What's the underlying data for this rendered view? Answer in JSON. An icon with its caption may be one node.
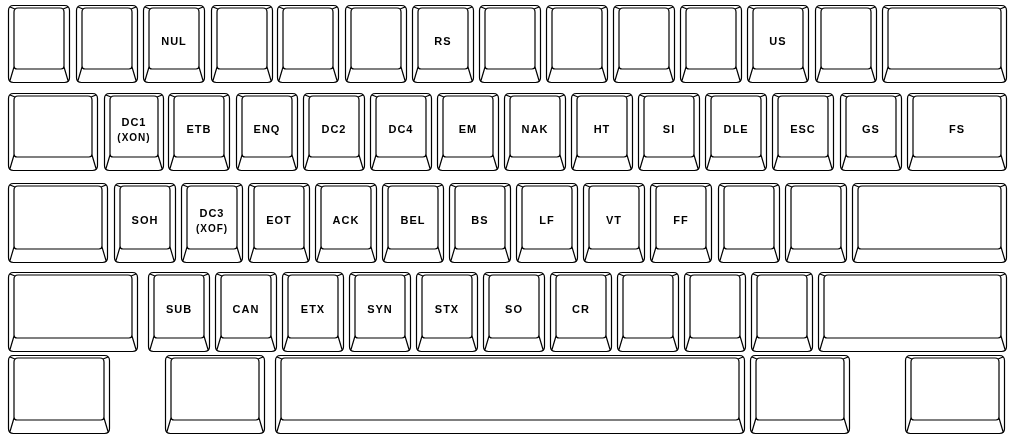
{
  "diagram": {
    "nodes": [
      {
        "text": [],
        "shape": "box"
      },
      {
        "text": [],
        "shape": "box"
      },
      {
        "text": [
          "NUL"
        ]
      },
      {
        "text": [],
        "shape": "box"
      },
      {
        "text": [],
        "shape": "box"
      },
      {
        "text": [],
        "shape": "box"
      },
      {
        "text": [
          "RS"
        ]
      },
      {
        "text": [],
        "shape": "box"
      },
      {
        "text": [],
        "shape": "box"
      },
      {
        "text": [],
        "shape": "box"
      },
      {
        "text": [],
        "shape": "box"
      },
      {
        "text": [
          "US"
        ]
      },
      {
        "text": [],
        "shape": "box"
      },
      {
        "text": [],
        "shape": "box"
      },
      {
        "text": [],
        "shape": "box"
      },
      {
        "text": [
          "DC1",
          "(XON)"
        ]
      },
      {
        "text": [
          "ETB"
        ]
      },
      {
        "text": [
          "ENQ"
        ]
      },
      {
        "text": [
          "DC2"
        ]
      },
      {
        "text": [
          "DC4"
        ]
      },
      {
        "text": [
          "EM"
        ]
      },
      {
        "text": [
          "NAK"
        ]
      },
      {
        "text": [
          "HT"
        ]
      },
      {
        "text": [
          "SI"
        ]
      },
      {
        "text": [
          "DLE"
        ]
      },
      {
        "text": [
          "ESC"
        ]
      },
      {
        "text": [
          "GS"
        ]
      },
      {
        "text": [
          "FS"
        ]
      },
      {
        "text": [],
        "shape": "box"
      },
      {
        "text": [
          "SOH"
        ]
      },
      {
        "text": [
          "DC3",
          "(XOF)"
        ]
      },
      {
        "text": [
          "EOT"
        ]
      },
      {
        "text": [
          "ACK"
        ]
      },
      {
        "text": [
          "BEL"
        ]
      },
      {
        "text": [
          "BS"
        ]
      },
      {
        "text": [
          "LF"
        ]
      },
      {
        "text": [
          "VT"
        ]
      },
      {
        "text": [
          "FF"
        ]
      },
      {
        "text": [],
        "shape": "box"
      },
      {
        "text": [],
        "shape": "box"
      },
      {
        "text": [],
        "shape": "box"
      },
      {
        "text": [],
        "shape": "box"
      },
      {
        "text": [
          "SUB"
        ]
      },
      {
        "text": [
          "CAN"
        ]
      },
      {
        "text": [
          "ETX"
        ]
      },
      {
        "text": [
          "SYN"
        ]
      },
      {
        "text": [
          "STX"
        ]
      },
      {
        "text": [
          "SO"
        ]
      },
      {
        "text": [
          "CR"
        ]
      },
      {
        "text": [],
        "shape": "box"
      },
      {
        "text": [],
        "shape": "box"
      },
      {
        "text": [],
        "shape": "box"
      },
      {
        "text": [],
        "shape": "box"
      },
      {
        "text": [],
        "shape": "box"
      },
      {
        "text": [],
        "shape": "box"
      },
      {
        "text": [],
        "shape": "box"
      },
      {
        "text": [],
        "shape": "box"
      },
      {
        "text": [],
        "shape": "box"
      }
    ]
  }
}
